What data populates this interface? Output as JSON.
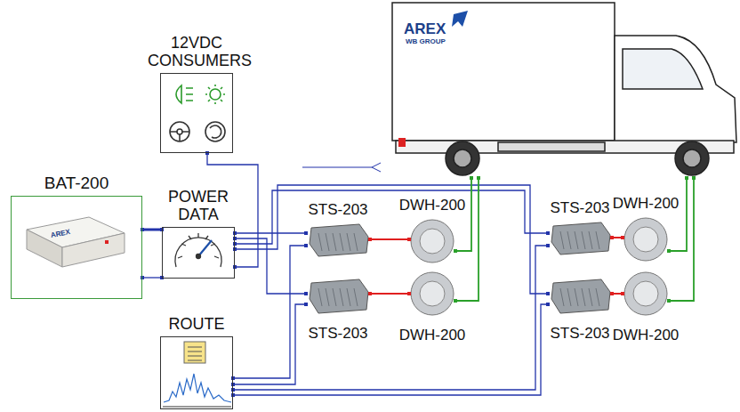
{
  "diagram": {
    "nodes": [
      {
        "text": [
          "BAT-200"
        ]
      },
      {
        "text": [
          "12VDC CONSUMERS"
        ]
      },
      {
        "text": [
          "POWER DATA"
        ]
      },
      {
        "text": [
          "ROUTE"
        ]
      },
      {
        "text": [
          "STS-203"
        ]
      },
      {
        "text": [
          "STS-203"
        ]
      },
      {
        "text": [
          "STS-203"
        ]
      },
      {
        "text": [
          "STS-203"
        ]
      },
      {
        "text": [
          "DWH-200"
        ]
      },
      {
        "text": [
          "DWH-200"
        ]
      },
      {
        "text": [
          "DWH-200"
        ]
      },
      {
        "text": [
          "DWH-200"
        ]
      },
      {
        "text": [
          "AREX",
          "WB GROUP"
        ]
      }
    ],
    "edges": [
      {
        "from": 0,
        "to": 2,
        "arrow": "none"
      },
      {
        "from": 0,
        "to": 2,
        "arrow": "none"
      },
      {
        "from": 2,
        "to": 1,
        "arrow": "none"
      },
      {
        "from": 2,
        "to": 4,
        "arrow": "none"
      },
      {
        "from": 2,
        "to": 5,
        "arrow": "none"
      },
      {
        "from": 2,
        "to": 6,
        "arrow": "none"
      },
      {
        "from": 2,
        "to": 7,
        "arrow": "none"
      },
      {
        "from": 4,
        "to": 8,
        "arrow": "none"
      },
      {
        "from": 5,
        "to": 9,
        "arrow": "none"
      },
      {
        "from": 6,
        "to": 10,
        "arrow": "none"
      },
      {
        "from": 7,
        "to": 11,
        "arrow": "none"
      },
      {
        "from": 8,
        "to": 12,
        "arrow": "none"
      },
      {
        "from": 9,
        "to": 12,
        "arrow": "none"
      },
      {
        "from": 10,
        "to": 12,
        "arrow": "none"
      },
      {
        "from": 11,
        "to": 12,
        "arrow": "none"
      },
      {
        "from": 3,
        "to": 4,
        "arrow": "none"
      },
      {
        "from": 3,
        "to": 5,
        "arrow": "none"
      },
      {
        "from": 3,
        "to": 6,
        "arrow": "none"
      },
      {
        "from": 3,
        "to": 7,
        "arrow": "none"
      }
    ],
    "labels": [
      "AREX"
    ]
  }
}
